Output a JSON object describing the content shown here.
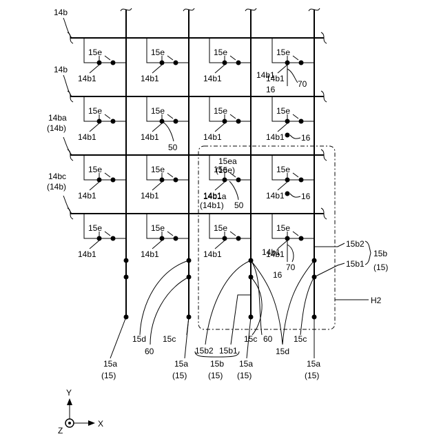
{
  "colors": {
    "ink": "#000000",
    "paper": "#ffffff"
  },
  "row_labels": [
    "14b",
    "14b",
    "14ba",
    "(14b)",
    "14bc",
    "(14b)"
  ],
  "cell_labels": {
    "switch": "15e",
    "node": "14b1"
  },
  "special_labels": {
    "r0c3_a": "14b1",
    "r0c3_b": "16",
    "r0c3_c": "70",
    "r1c1_a": "50",
    "r1c3_a": "16",
    "r2c2_a": "15ea",
    "r2c2_b": "(15e)",
    "r2c2_c": "14b1a",
    "r2c2_d": "(14b1)",
    "r2c2_e": "50",
    "r2c3_a": "16",
    "r3c3_a": "14b1",
    "r3c3_b": "70",
    "r3c3_c": "16"
  },
  "right_labels": [
    "15b2",
    "15b",
    "15b1",
    "(15)",
    "H2"
  ],
  "bottom_labels": {
    "c0_15d": "15d",
    "c0_60": "60",
    "c0_15c": "15c",
    "c0_15a": "15a",
    "c0_15a_p": "(15)",
    "c1_15a": "15a",
    "c1_15a_p": "(15)",
    "b_15b2": "15b2",
    "b_15b1": "15b1",
    "b_15b": "15b",
    "b_15b_p": "(15)",
    "c2_15c": "15c",
    "c2_60": "60",
    "c2_15a": "15a",
    "c2_15a_p": "(15)",
    "c3_15d": "15d",
    "c3_15c": "15c",
    "c3_15a": "15a",
    "c3_15a_p": "(15)"
  },
  "axes": {
    "y": "Y",
    "x": "X",
    "z": "Z"
  }
}
